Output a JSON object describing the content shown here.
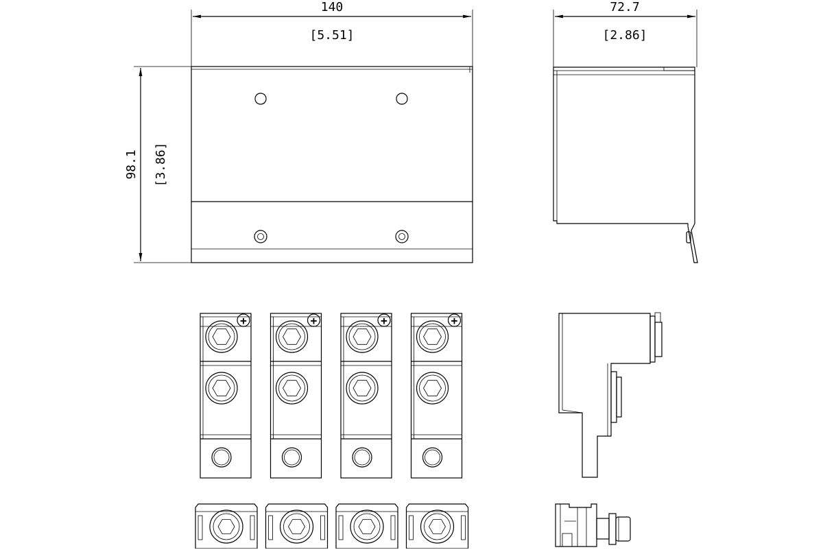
{
  "dimensions": {
    "front_width_mm": "140",
    "front_width_in": "[5.51]",
    "front_height_mm": "98.1",
    "front_height_in": "[3.86]",
    "side_depth_mm": "72.7",
    "side_depth_in": "[2.86]"
  },
  "terminals": {
    "count": 4,
    "polarity_symbol": "+"
  }
}
